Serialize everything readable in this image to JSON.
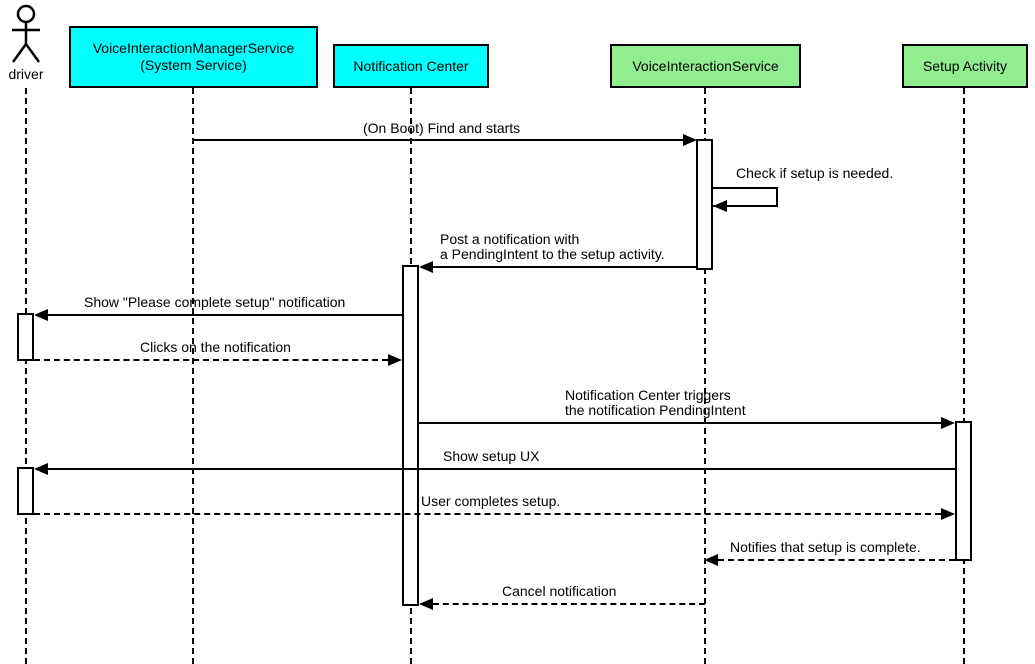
{
  "colors": {
    "cyan": "#00ffff",
    "green": "#90ee90",
    "line": "#000000",
    "background": "#ffffff"
  },
  "actor": {
    "name": "driver"
  },
  "participants": [
    {
      "name": "VoiceInteractionManagerService\n(System Service)",
      "color_key": "cyan"
    },
    {
      "name": "Notification Center",
      "color_key": "cyan"
    },
    {
      "name": "VoiceInteractionService",
      "color_key": "green"
    },
    {
      "name": "Setup Activity",
      "color_key": "green"
    }
  ],
  "messages": [
    {
      "label": "(On Boot) Find and starts",
      "from": "VoiceInteractionManagerService (System Service)",
      "to": "VoiceInteractionService",
      "line": "solid",
      "self": false
    },
    {
      "label": "Check if setup is needed.",
      "from": "VoiceInteractionService",
      "to": "VoiceInteractionService",
      "line": "solid",
      "self": true
    },
    {
      "label": "Post a notification with\na PendingIntent to the setup activity.",
      "from": "VoiceInteractionService",
      "to": "Notification Center",
      "line": "solid",
      "self": false
    },
    {
      "label": "Show \"Please complete setup\" notification",
      "from": "Notification Center",
      "to": "driver",
      "line": "solid",
      "self": false
    },
    {
      "label": "Clicks on the notification",
      "from": "driver",
      "to": "Notification Center",
      "line": "dashed",
      "self": false
    },
    {
      "label": "Notification Center triggers\nthe notification PendingIntent",
      "from": "Notification Center",
      "to": "Setup Activity",
      "line": "solid",
      "self": false
    },
    {
      "label": "Show setup UX",
      "from": "Setup Activity",
      "to": "driver",
      "line": "solid",
      "self": false
    },
    {
      "label": "User completes setup.",
      "from": "driver",
      "to": "Setup Activity",
      "line": "dashed",
      "self": false
    },
    {
      "label": "Notifies that setup is complete.",
      "from": "Setup Activity",
      "to": "VoiceInteractionService",
      "line": "dashed",
      "self": false
    },
    {
      "label": "Cancel notification",
      "from": "VoiceInteractionService",
      "to": "Notification Center",
      "line": "dashed",
      "self": false
    }
  ]
}
